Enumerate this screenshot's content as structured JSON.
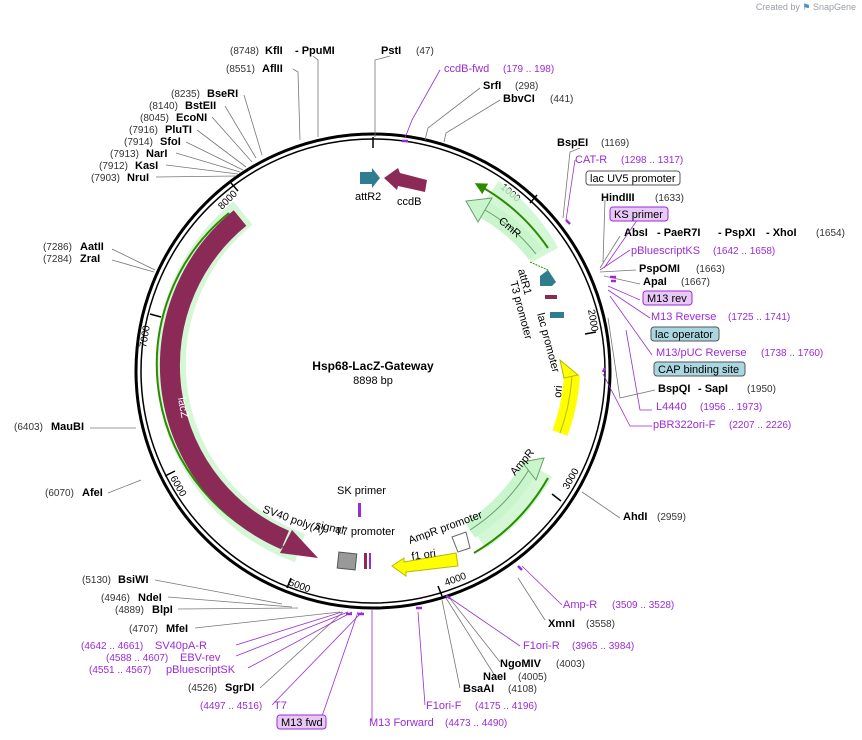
{
  "header": {
    "created_by": "Created by",
    "brand": "SnapGene"
  },
  "plasmid": {
    "name": "Hsp68-LacZ-Gateway",
    "length": "8898 bp"
  },
  "ticks": [
    "1000",
    "2000",
    "3000",
    "4000",
    "5000",
    "6000",
    "7000",
    "8000"
  ],
  "feature_labels": {
    "attR2": "attR2",
    "ccdB": "ccdB",
    "CmR": "CmR",
    "attR1": "attR1",
    "T3": "T3 promoter",
    "lacprom": "lac promoter",
    "ori": "ori",
    "AmpR": "AmpR",
    "AmpRprom": "AmpR promoter",
    "f1ori": "f1 ori",
    "T7prom": "T7 promoter",
    "SV40": "SV40 poly(A)",
    "signal": "signal",
    "SKprimer": "SK primer",
    "lacZ": "lacZ"
  },
  "sites_left": [
    {
      "name": "KflI",
      "pos": "(8748)",
      "name2": "- PpuMI"
    },
    {
      "name": "AflII",
      "pos": "(8551)"
    },
    {
      "name": "BseRI",
      "pos": "(8235)"
    },
    {
      "name": "BstEII",
      "pos": "(8140)"
    },
    {
      "name": "EcoNI",
      "pos": "(8045)"
    },
    {
      "name": "PluTI",
      "pos": "(7916)"
    },
    {
      "name": "SfoI",
      "pos": "(7914)"
    },
    {
      "name": "NarI",
      "pos": "(7913)"
    },
    {
      "name": "KasI",
      "pos": "(7912)"
    },
    {
      "name": "NruI",
      "pos": "(7903)"
    },
    {
      "name": "AatII",
      "pos": "(7286)"
    },
    {
      "name": "ZraI",
      "pos": "(7284)"
    },
    {
      "name": "MauBI",
      "pos": "(6403)"
    },
    {
      "name": "AfeI",
      "pos": "(6070)"
    },
    {
      "name": "BsiWI",
      "pos": "(5130)"
    },
    {
      "name": "NdeI",
      "pos": "(4946)"
    },
    {
      "name": "BlpI",
      "pos": "(4889)"
    },
    {
      "name": "MfeI",
      "pos": "(4707)"
    },
    {
      "name": "SgrDI",
      "pos": "(4526)"
    }
  ],
  "sites_right": [
    {
      "name": "PstI",
      "pos": "(47)"
    },
    {
      "name": "SrfI",
      "pos": "(298)"
    },
    {
      "name": "BbvCI",
      "pos": "(441)"
    },
    {
      "name": "BspEI",
      "pos": "(1169)"
    },
    {
      "name": "HindIII",
      "pos": "(1633)"
    },
    {
      "name": "AbsI",
      "name2": "- PaeR7I",
      "name3": "- PspXI",
      "name4": "- XhoI",
      "pos": "(1654)"
    },
    {
      "name": "PspOMI",
      "pos": "(1663)"
    },
    {
      "name": "ApaI",
      "pos": "(1667)"
    },
    {
      "name": "BspQI",
      "name2": "- SapI",
      "pos": "(1950)"
    },
    {
      "name": "AhdI",
      "pos": "(2959)"
    },
    {
      "name": "XmnI",
      "pos": "(3558)"
    },
    {
      "name": "NgoMIV",
      "pos": "(4003)"
    },
    {
      "name": "NaeI",
      "pos": "(4005)"
    },
    {
      "name": "BsaAI",
      "pos": "(4108)"
    }
  ],
  "primers": [
    {
      "name": "ccdB-fwd",
      "range": "(179 .. 198)"
    },
    {
      "name": "CAT-R",
      "range": "(1298 .. 1317)"
    },
    {
      "name": "lac UV5 promoter"
    },
    {
      "name": "KS primer"
    },
    {
      "name": "pBluescriptKS",
      "range": "(1642 .. 1658)"
    },
    {
      "name": "M13 rev"
    },
    {
      "name": "M13 Reverse",
      "range": "(1725 .. 1741)"
    },
    {
      "name": "lac operator"
    },
    {
      "name": "M13/pUC Reverse",
      "range": "(1738 .. 1760)"
    },
    {
      "name": "CAP binding site"
    },
    {
      "name": "L4440",
      "range": "(1956 .. 1973)"
    },
    {
      "name": "pBR322ori-F",
      "range": "(2207 .. 2226)"
    },
    {
      "name": "Amp-R",
      "range": "(3509 .. 3528)"
    },
    {
      "name": "F1ori-R",
      "range": "(3965 .. 3984)"
    },
    {
      "name": "F1ori-F",
      "range": "(4175 .. 4196)"
    },
    {
      "name": "M13 Forward",
      "range": "(4473 .. 4490)"
    },
    {
      "name": "M13 fwd"
    },
    {
      "name": "T7",
      "range": "(4497 .. 4516)"
    },
    {
      "name": "pBluescriptSK",
      "range": "(4551 .. 4567)"
    },
    {
      "name": "EBV-rev",
      "range": "(4588 .. 4607)"
    },
    {
      "name": "SV40pA-R",
      "range": "(4642 .. 4661)"
    }
  ],
  "colors": {
    "lacZ": "#8b2a57",
    "ccdB": "#8b2a57",
    "attR": "#2f7d8f",
    "CmR": "#c9f5cc",
    "AmpR": "#c9f5cc",
    "ori": "#ffff00",
    "f1ori": "#ffff00",
    "purple": "#9b2bd6",
    "green": "#2e8b00"
  }
}
